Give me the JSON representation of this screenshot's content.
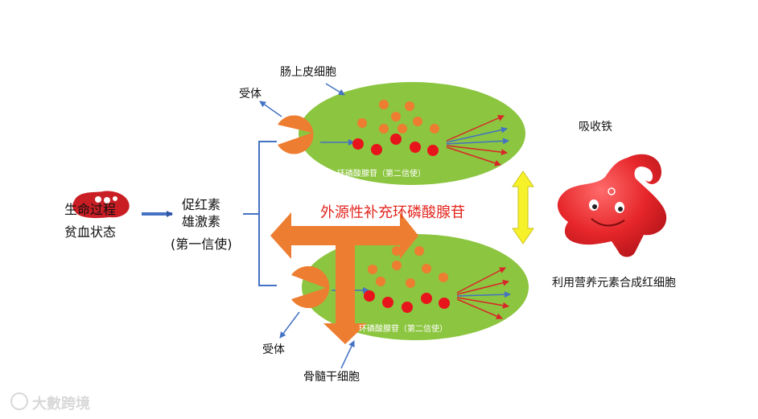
{
  "left": {
    "line1": "生命过程",
    "line2": "贫血状态"
  },
  "hormone": {
    "line1": "促红素",
    "line2": "雄激素",
    "line3": "(第一信使)"
  },
  "top_cell": {
    "title": "肠上皮细胞",
    "receptor_label": "受体",
    "inner_label": "环磷酸腺苷（第二信使）"
  },
  "bottom_cell": {
    "title": "骨髓干细胞",
    "receptor_label": "受体",
    "inner_label": "环磷酸腺苷（第二信使）"
  },
  "external": {
    "label": "外源性补充环磷酸腺苷"
  },
  "right": {
    "top_label": "吸收铁",
    "bottom_label": "利用营养元素合成红细胞"
  },
  "watermark": "大數跨境",
  "colors": {
    "cell_green": "#8cc53f",
    "orange": "#ed7d31",
    "red": "#e8141b",
    "blue_arrow": "#4472c4",
    "yellow": "#f7f12a"
  }
}
